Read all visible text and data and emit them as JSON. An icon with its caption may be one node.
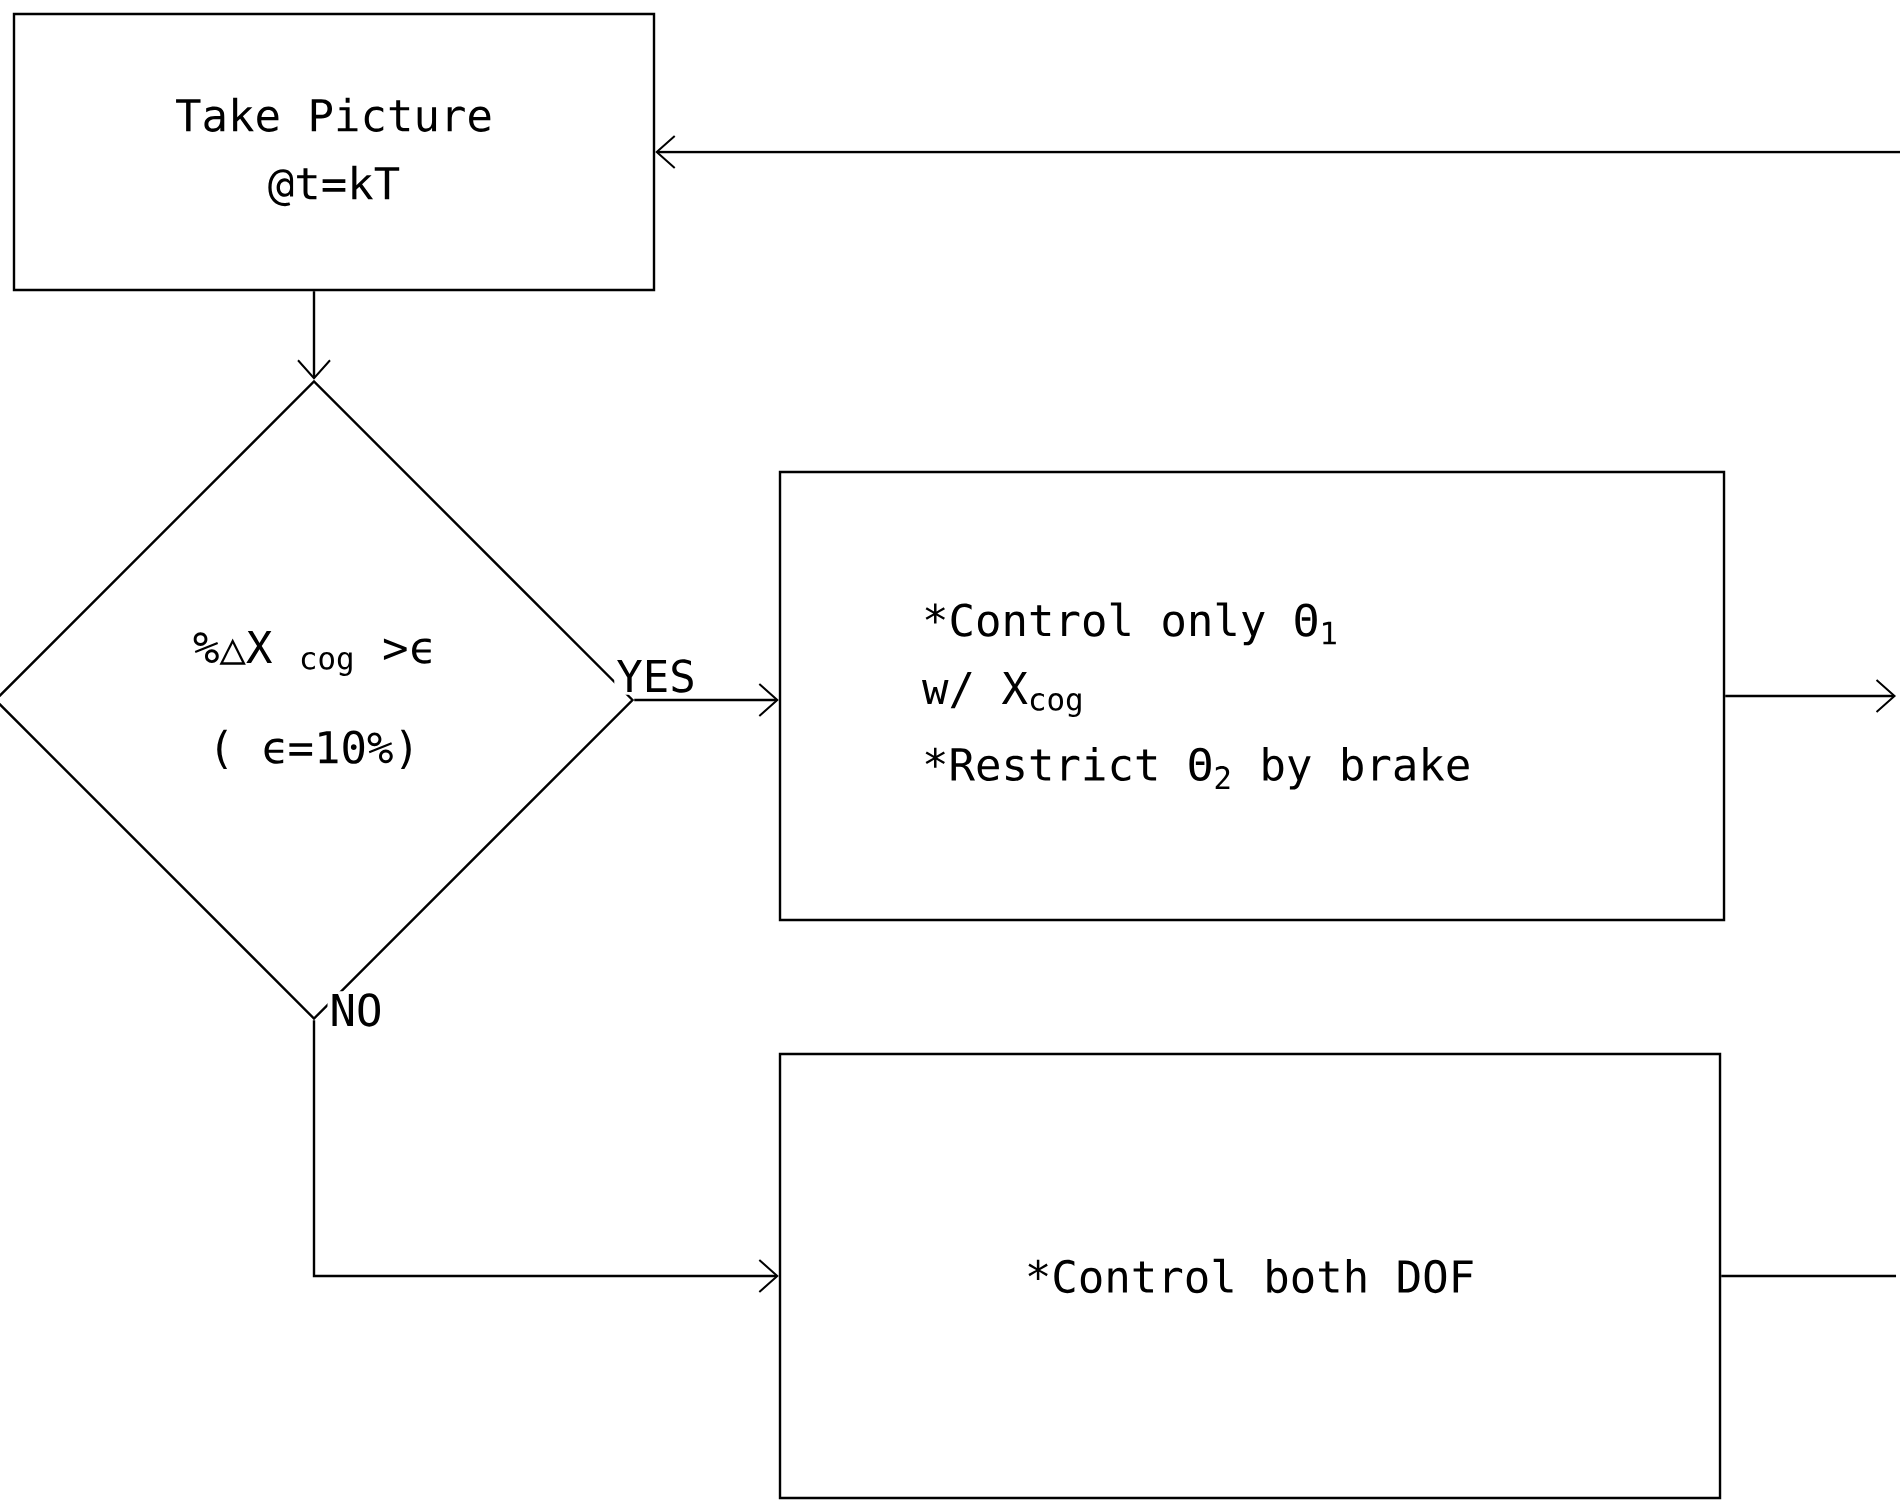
{
  "diagram": {
    "nodes": [
      {
        "text": [
          "Take Picture @t=kT"
        ]
      },
      {
        "text": [
          "%△X $_{cog}$ >ϵ",
          "( ϵ=10%)"
        ]
      },
      {
        "text": [
          "*Control only Θ$_{1}$ w/ X$_{cog}$",
          "*Restrict Θ$_{2}$ by brake"
        ]
      },
      {
        "text": [
          "*Control both DOF"
        ]
      }
    ],
    "edges": [
      {
        "from": 0,
        "to": 1,
        "arrow": "to"
      },
      {
        "from": 1,
        "to": 2,
        "arrow": "to",
        "label": "YES"
      },
      {
        "from": 1,
        "to": 3,
        "arrow": "to",
        "label": "NO"
      },
      {
        "from": 2,
        "to": null,
        "arrow": "to"
      },
      {
        "from": 3,
        "to": null,
        "arrow": "none"
      },
      {
        "from": null,
        "to": 0,
        "arrow": "to"
      }
    ]
  }
}
